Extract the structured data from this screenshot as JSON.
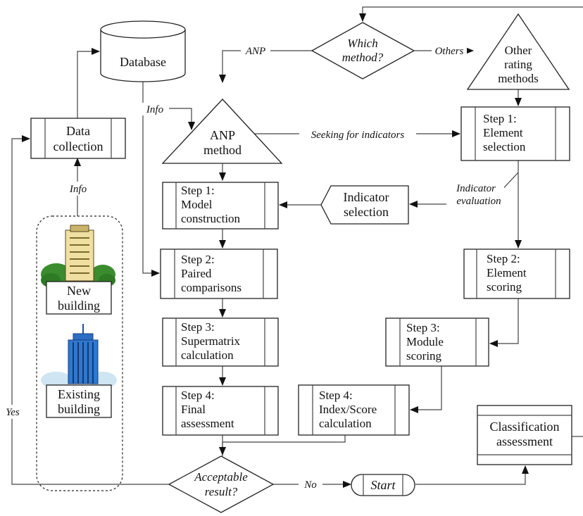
{
  "nodes": {
    "database": "Database",
    "data_collection": [
      "Data",
      "collection"
    ],
    "new_building": [
      "New",
      "building"
    ],
    "existing_building": [
      "Existing",
      "building"
    ],
    "which_method": [
      "Which",
      "method?"
    ],
    "other_rating": [
      "Other",
      "rating",
      "methods"
    ],
    "anp_method": [
      "ANP",
      "method"
    ],
    "anp_step1": [
      "Step 1:",
      "Model",
      "construction"
    ],
    "anp_step2": [
      "Step 2:",
      "Paired",
      "comparisons"
    ],
    "anp_step3": [
      "Step 3:",
      "Supermatrix",
      "calculation"
    ],
    "anp_step4": [
      "Step 4:",
      "Final",
      "assessment"
    ],
    "indicator_selection": [
      "Indicator",
      "selection"
    ],
    "other_step1": [
      "Step 1:",
      "Element",
      "selection"
    ],
    "other_step2": [
      "Step 2:",
      "Element",
      "scoring"
    ],
    "other_step3": [
      "Step 3:",
      "Module",
      "scoring"
    ],
    "other_step4": [
      "Step 4:",
      "Index/Score",
      "calculation"
    ],
    "classification": [
      "Classification",
      "assessment"
    ],
    "acceptable": [
      "Acceptable",
      "result?"
    ],
    "start": "Start"
  },
  "edge_labels": {
    "anp": "ANP",
    "others": "Others",
    "info_db": "Info",
    "info_building": "Info",
    "seeking": "Seeking for indicators",
    "indicator_eval": [
      "Indicator",
      "evaluation"
    ],
    "yes": "Yes",
    "no": "No"
  }
}
